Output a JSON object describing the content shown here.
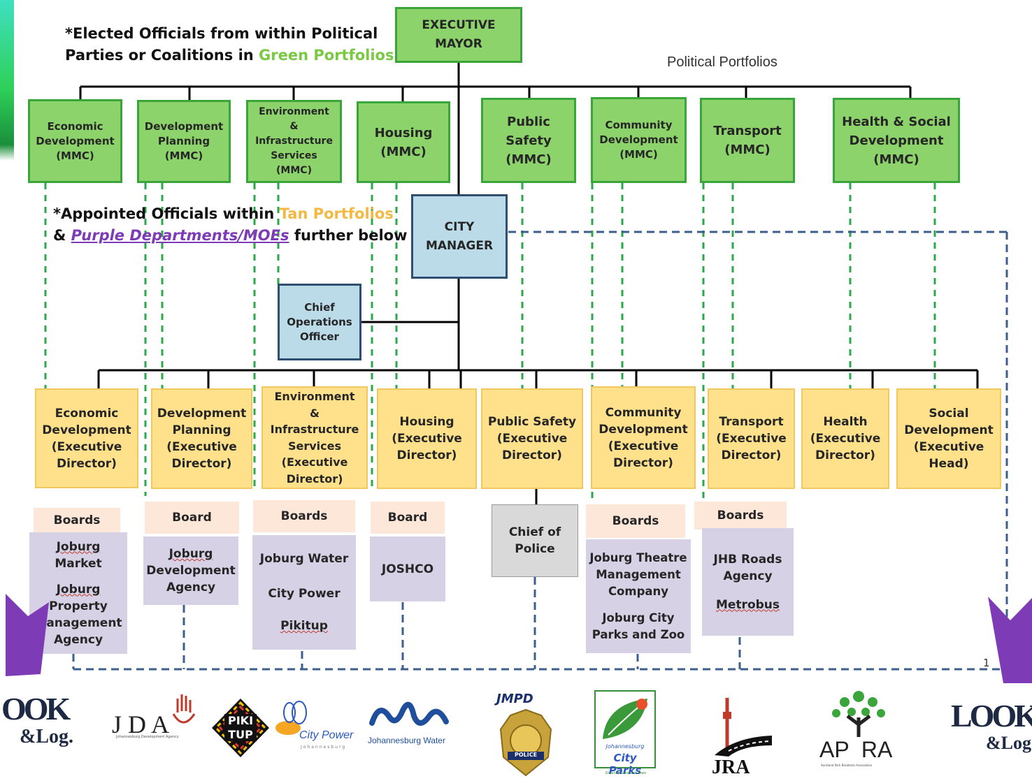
{
  "notes": {
    "elected_prefix": "*Elected Officials from within Political",
    "elected_line2_a": "Parties or Coalitions in ",
    "elected_green": "Green Portfolios",
    "elected_end": ".",
    "appointed_a": "*Appointed Officials within ",
    "appointed_tan": "Tan Portfolios",
    "appointed_b": "& ",
    "appointed_purple": "Purple Departments/MOEs",
    "appointed_c": " further below",
    "political_portfolios": "Political Portfolios"
  },
  "executive_mayor": [
    "EXECUTIVE",
    "MAYOR"
  ],
  "city_manager": [
    "CITY",
    "MANAGER"
  ],
  "coo": [
    "Chief",
    "Operations",
    "Officer"
  ],
  "mmc": [
    [
      "Economic",
      "Development",
      "(MMC)"
    ],
    [
      "Development",
      "Planning",
      "(MMC)"
    ],
    [
      "Environment",
      "&",
      "Infrastructure",
      "Services",
      "(MMC)"
    ],
    [
      "Housing",
      "(MMC)"
    ],
    [
      "Public",
      "Safety",
      "(MMC)"
    ],
    [
      "Community",
      "Development",
      "(MMC)"
    ],
    [
      "Transport",
      "(MMC)"
    ],
    [
      "Health & Social",
      "Development",
      "(MMC)"
    ]
  ],
  "directors": [
    [
      "Economic",
      "Development",
      "(Executive",
      "Director)"
    ],
    [
      "Development",
      "Planning",
      "(Executive",
      "Director)"
    ],
    [
      "Environment",
      "&",
      "Infrastructure",
      "Services",
      "(Executive",
      "Director)"
    ],
    [
      "Housing",
      "(Executive",
      "Director)"
    ],
    [
      "Public Safety",
      "(Executive",
      "Director)"
    ],
    [
      "Community",
      "Development",
      "(Executive",
      "Director)"
    ],
    [
      "Transport",
      "(Executive",
      "Director)"
    ],
    [
      "Health",
      "(Executive",
      "Director)"
    ],
    [
      "Social",
      "Development",
      "(Executive",
      "Head)"
    ]
  ],
  "boards": [
    {
      "label": "Boards",
      "entities": [
        "Joburg",
        "Market",
        "Joburg",
        "Property",
        "Management",
        "Agency"
      ]
    },
    {
      "label": "Board",
      "entities": [
        "Joburg",
        "Development",
        "Agency"
      ]
    },
    {
      "label": "Boards",
      "entities": [
        "Joburg Water",
        "City Power",
        "Pikitup"
      ]
    },
    {
      "label": "Board",
      "entities": [
        "JOSHCO"
      ]
    },
    {
      "label": "Boards",
      "entities": [
        "Joburg Theatre",
        "Management",
        "Company",
        "Joburg City",
        "Parks and Zoo"
      ]
    },
    {
      "label": "Boards",
      "entities": [
        "JHB Roads",
        "Agency",
        "Metrobus"
      ]
    }
  ],
  "chief_of_police": [
    "Chief of",
    "Police"
  ],
  "page_number": "1",
  "logos": {
    "look_and_log": [
      "OOK",
      "&Log."
    ],
    "jda": "J D A",
    "jda_sub": "Johannesburg Development Agency",
    "pikitup": [
      "PIKI",
      "TUP"
    ],
    "city_power": "City Power",
    "city_power_sub": "Johannesburg",
    "joburg_water": "Johannesburg Water",
    "jmpd": "JMPD",
    "police_badge": "POLICE",
    "city_parks_top": "Johannesburg",
    "city_parks": "City Parks",
    "city_parks_tag": "Greener Greenest Town",
    "jra": "JRA",
    "apra": "AP  RA",
    "apra_sub": "Auckland Park Residents Association",
    "look_right": [
      "LOOK",
      "&Log"
    ]
  },
  "colors": {
    "green_fill": "#8dd36b",
    "green_border": "#3aa53a",
    "blue_fill": "#bcdbe9",
    "tan_fill": "#ffe18c",
    "purple_fill": "#d6d1e5",
    "peach_fill": "#fde7d9",
    "dashed_green": "#2aa84a",
    "dashed_blue": "#3d5f8e",
    "accent_purple": "#7d3cb5"
  }
}
